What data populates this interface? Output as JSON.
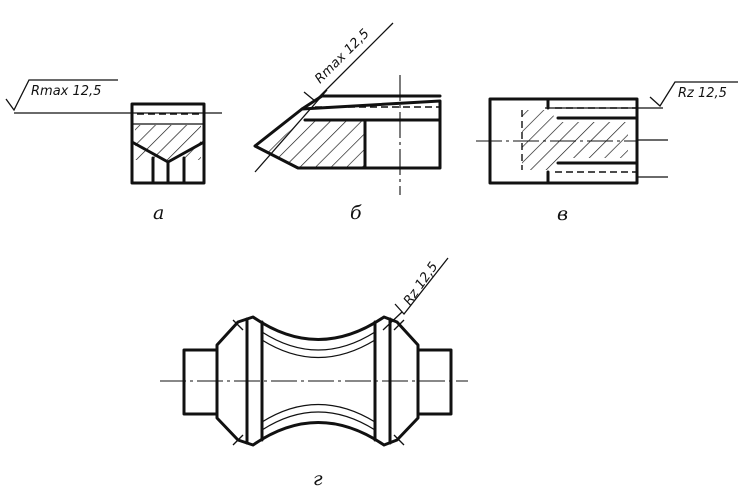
{
  "views": {
    "a": {
      "caption": "а",
      "roughness": "Rmax 12,5"
    },
    "b": {
      "caption": "б",
      "roughness": "Rmax 12,5"
    },
    "v": {
      "caption": "в",
      "roughness": "Rz 12,5"
    },
    "g": {
      "caption": "г",
      "roughness": "Rz 12,5"
    }
  },
  "colors": {
    "line": "#111111",
    "paper": "#ffffff"
  }
}
